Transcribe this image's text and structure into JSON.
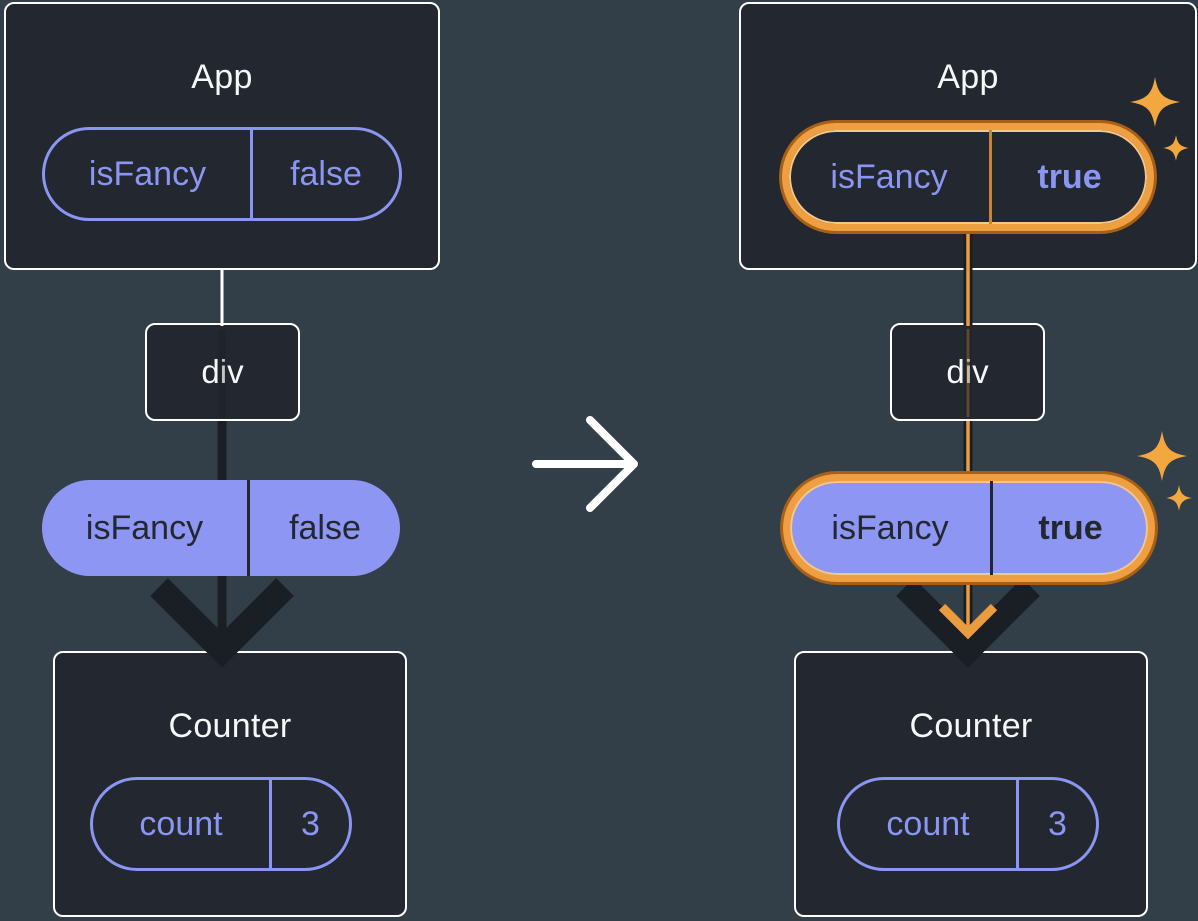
{
  "colors": {
    "background": "#333f48",
    "box_fill": "#23272f",
    "box_border": "#ffffff",
    "purple": "#8b95f2",
    "purple_fill": "#8e96f4",
    "dark_line": "#1a1e25",
    "orange": "#ea9c3e",
    "orange_dark": "#a85f16",
    "sparkle": "#f3a73f",
    "text_light": "#f6f7f9",
    "text_dark": "#23272f"
  },
  "icons": {
    "transition_arrow": "arrow-right",
    "highlight": "sparkles"
  },
  "left_tree": {
    "app": {
      "title": "App",
      "state_pill": {
        "name": "isFancy",
        "value": "false"
      }
    },
    "div_node": {
      "label": "div"
    },
    "prop_pill": {
      "name": "isFancy",
      "value": "false"
    },
    "counter": {
      "title": "Counter",
      "state_pill": {
        "name": "count",
        "value": "3"
      }
    }
  },
  "right_tree": {
    "app": {
      "title": "App",
      "state_pill": {
        "name": "isFancy",
        "value": "true"
      }
    },
    "div_node": {
      "label": "div"
    },
    "prop_pill": {
      "name": "isFancy",
      "value": "true"
    },
    "counter": {
      "title": "Counter",
      "state_pill": {
        "name": "count",
        "value": "3"
      }
    }
  }
}
